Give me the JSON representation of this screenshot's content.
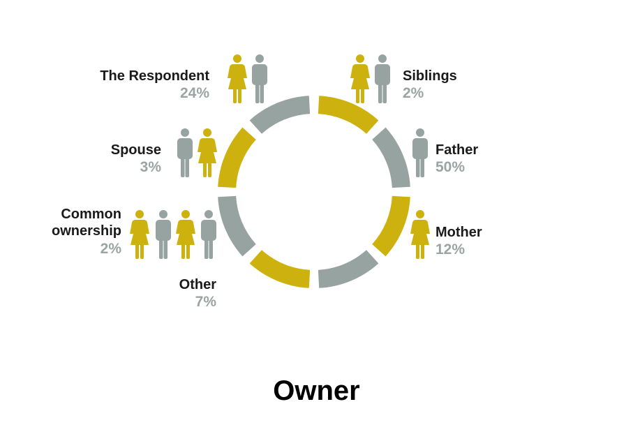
{
  "title": "Owner",
  "colors": {
    "gold": "#cdb20f",
    "grey": "#96a3a1",
    "text": "#1a1a1a",
    "pct": "#9aa5a3"
  },
  "owners": [
    {
      "name": "The Respondent",
      "percent": "24%",
      "icons": [
        "female-icon",
        "male-icon"
      ]
    },
    {
      "name": "Siblings",
      "percent": "2%",
      "icons": [
        "female-icon",
        "male-icon"
      ]
    },
    {
      "name": "Spouse",
      "percent": "3%",
      "icons": [
        "male-icon",
        "female-icon"
      ]
    },
    {
      "name": "Father",
      "percent": "50%",
      "icons": [
        "male-icon"
      ]
    },
    {
      "name": "Common ownership",
      "name_line1": "Common",
      "name_line2": "ownership",
      "percent": "2%",
      "icons": [
        "female-icon",
        "male-icon",
        "female-icon",
        "male-icon"
      ]
    },
    {
      "name": "Mother",
      "percent": "12%",
      "icons": [
        "female-icon"
      ]
    },
    {
      "name": "Other",
      "percent": "7%",
      "icons": []
    }
  ]
}
